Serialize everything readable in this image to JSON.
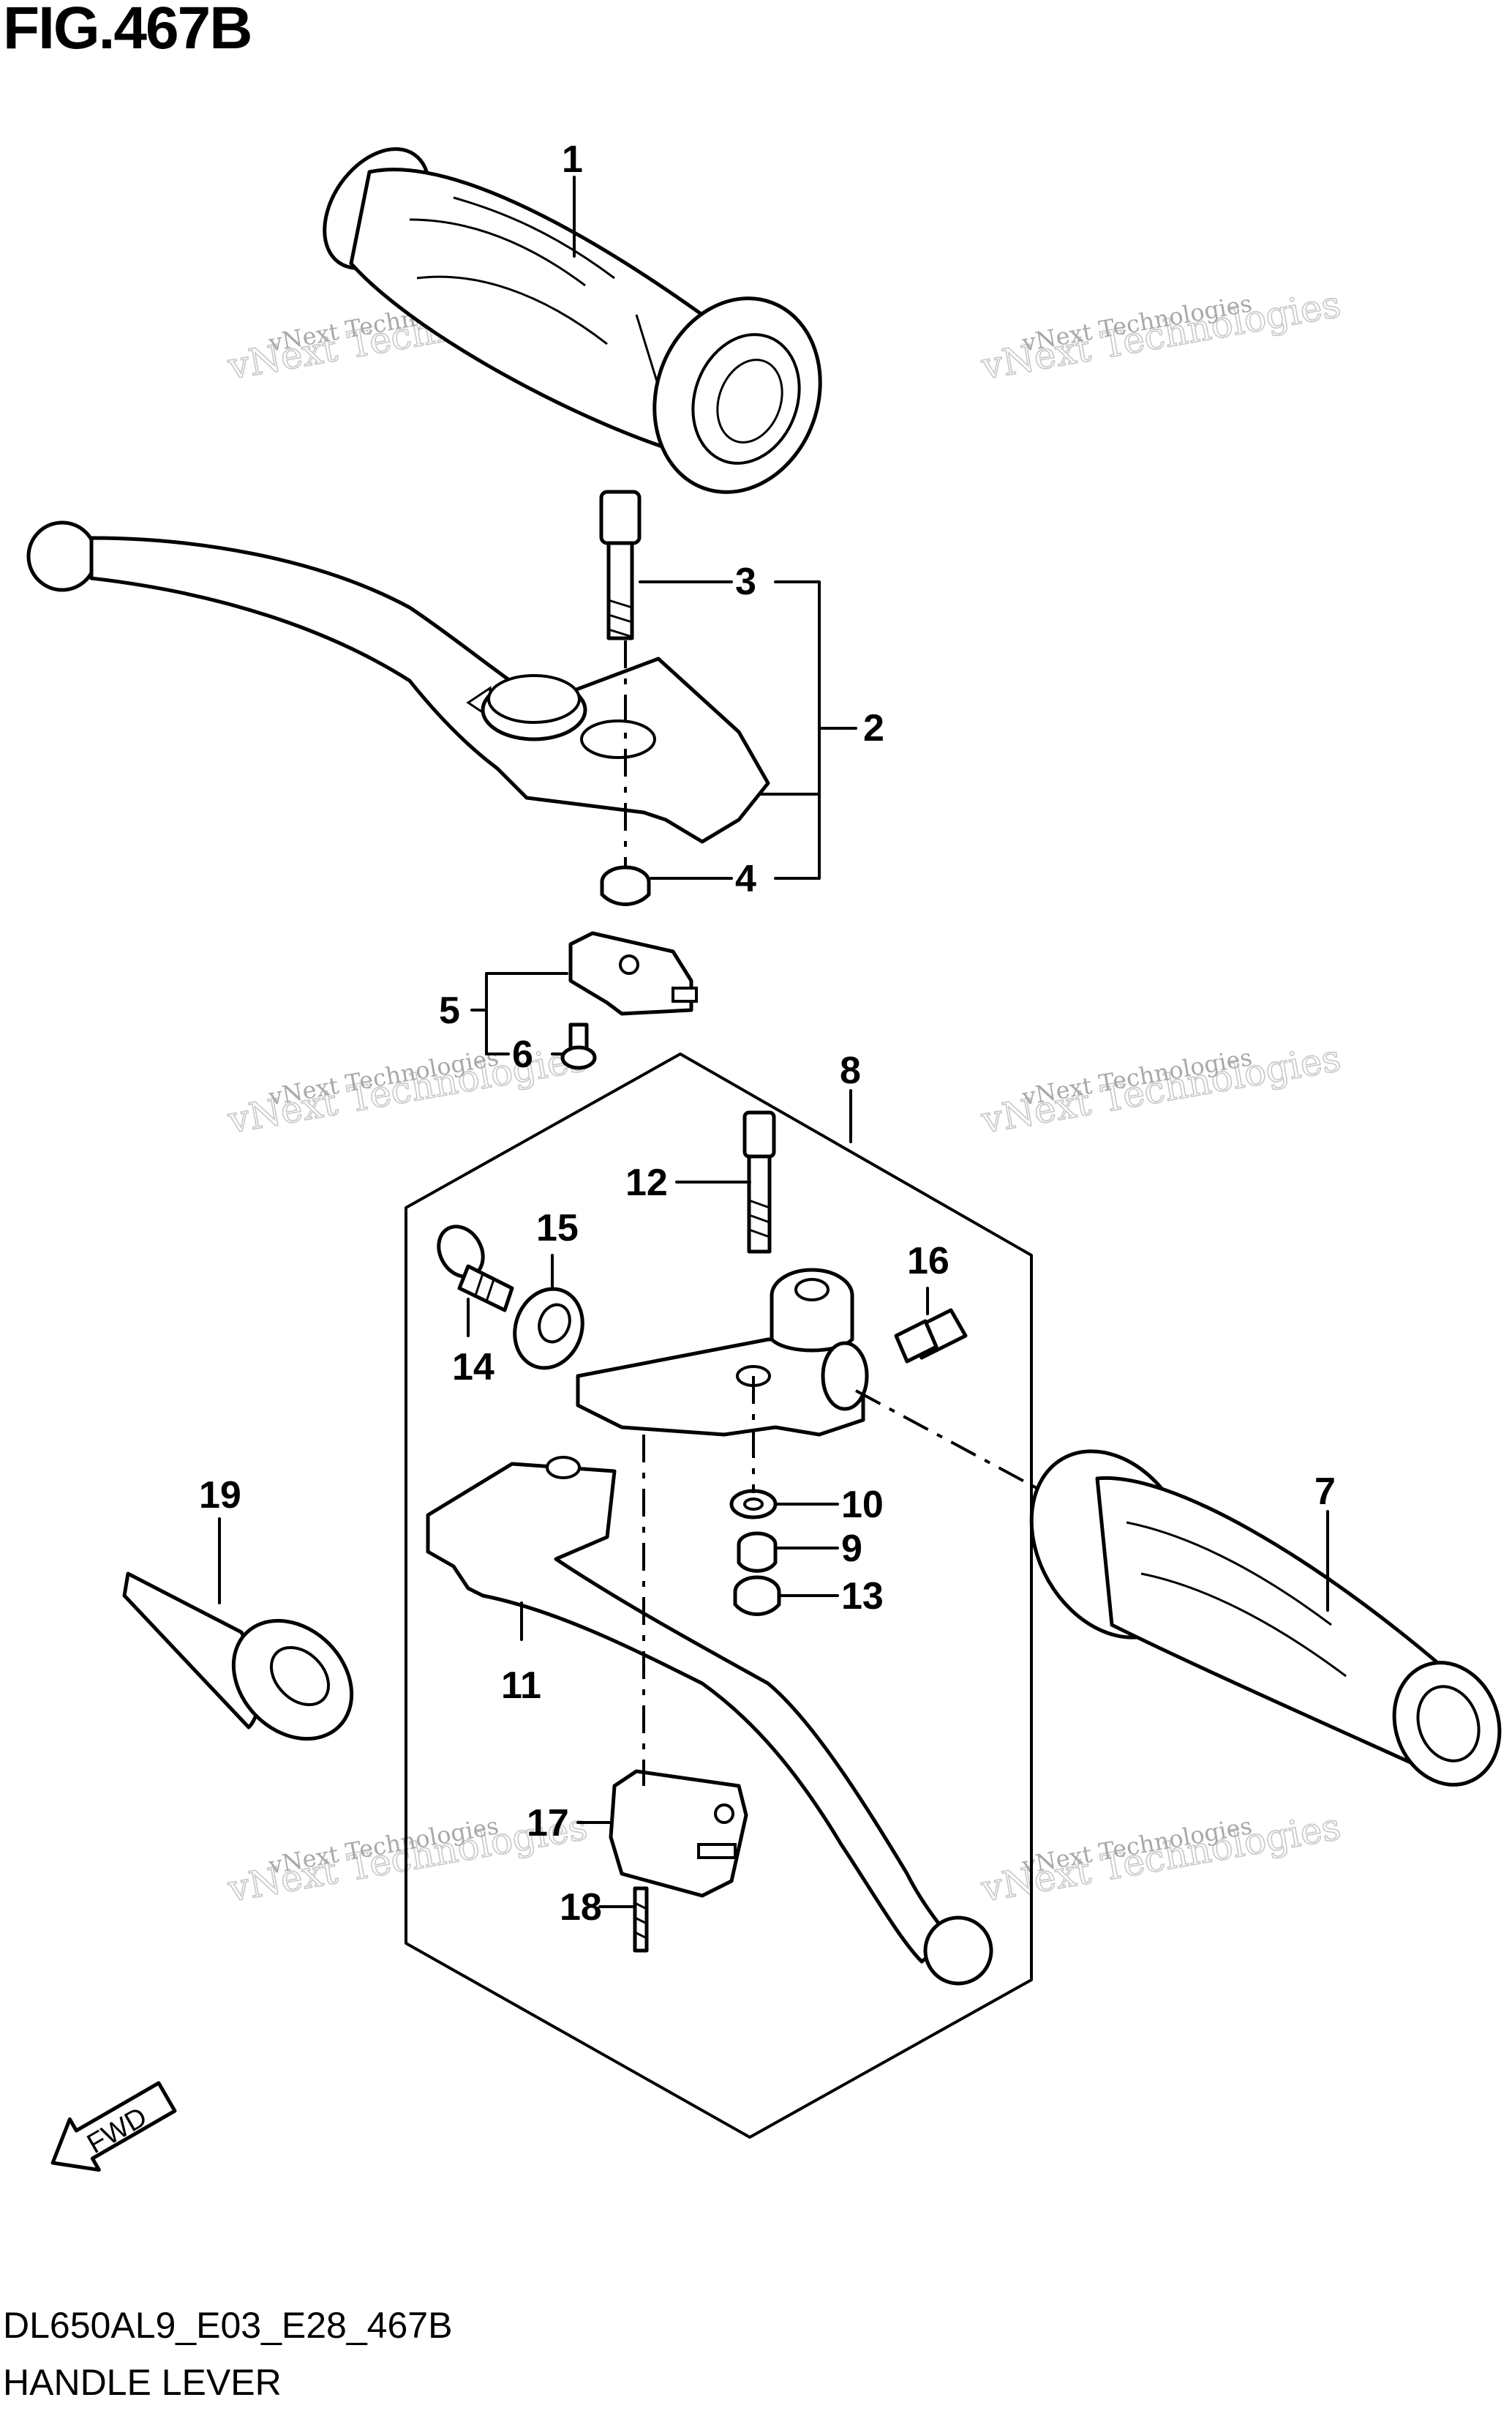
{
  "figure_title": "FIG.467B",
  "footer": {
    "drawing_code": "DL650AL9_E03_E28_467B",
    "section_name": "HANDLE LEVER"
  },
  "watermark": {
    "line1": "vNext Technologies",
    "line2": "vNext Technologies"
  },
  "direction_arrow": {
    "label": "FWD"
  },
  "callouts": [
    {
      "id": "1",
      "part": "grip-throttle"
    },
    {
      "id": "2",
      "part": "brake-lever-assembly"
    },
    {
      "id": "3",
      "part": "lever-pivot-bolt"
    },
    {
      "id": "4",
      "part": "lever-nut"
    },
    {
      "id": "5",
      "part": "brake-light-switch"
    },
    {
      "id": "6",
      "part": "switch-screw"
    },
    {
      "id": "7",
      "part": "grip-left"
    },
    {
      "id": "8",
      "part": "clutch-lever-assembly"
    },
    {
      "id": "9",
      "part": "collar"
    },
    {
      "id": "10",
      "part": "washer"
    },
    {
      "id": "11",
      "part": "clutch-lever"
    },
    {
      "id": "12",
      "part": "pivot-bolt"
    },
    {
      "id": "13",
      "part": "nut"
    },
    {
      "id": "14",
      "part": "adjuster-bolt"
    },
    {
      "id": "15",
      "part": "adjuster-ring"
    },
    {
      "id": "16",
      "part": "holder-bolt"
    },
    {
      "id": "17",
      "part": "clutch-switch"
    },
    {
      "id": "18",
      "part": "switch-screw"
    },
    {
      "id": "19",
      "part": "lever-cover"
    }
  ]
}
